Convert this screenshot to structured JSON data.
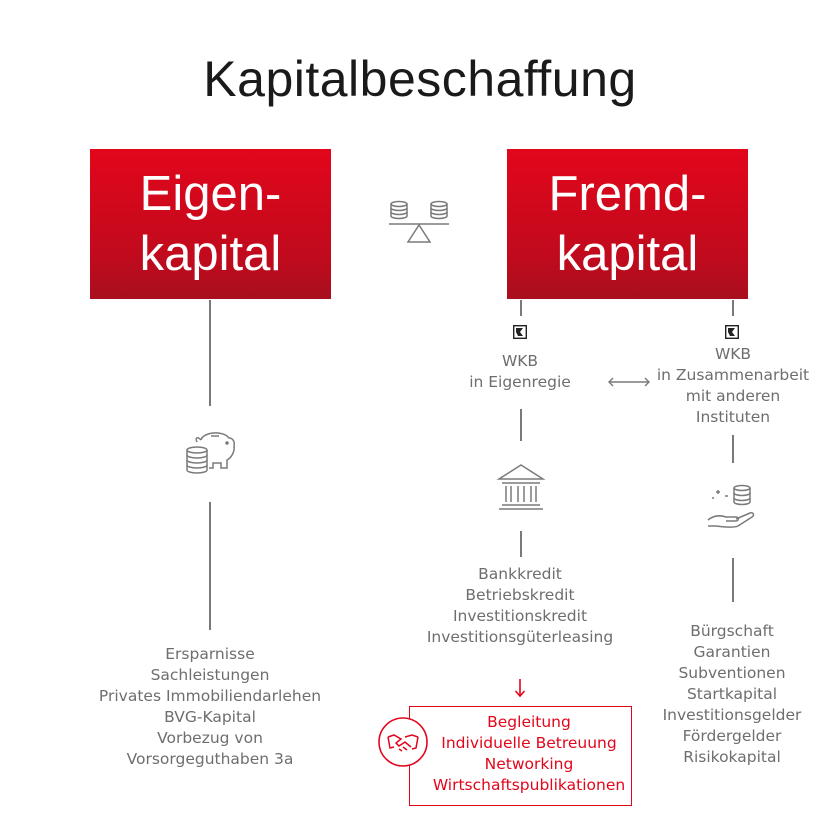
{
  "title": "Kapitalbeschaffung",
  "eigenkapital": {
    "line1": "Eigen-",
    "line2": "kapital"
  },
  "fremdkapital": {
    "line1": "Fremd-",
    "line2": "kapital"
  },
  "wkb_eigen": {
    "line1": "WKB",
    "line2": "in Eigenregie"
  },
  "wkb_zusammen": {
    "line1": "WKB",
    "line2": "in Zusammenarbeit",
    "line3": "mit anderen",
    "line4": "Instituten"
  },
  "eigen_items": [
    "Ersparnisse",
    "Sachleistungen",
    "Privates Immobiliendarlehen",
    "BVG-Kapital",
    "Vorbezug von",
    "Vorsorgeguthaben 3a"
  ],
  "bank_items": [
    "Bankkredit",
    "Betriebskredit",
    "Investitionskredit",
    "Investitionsgüterleasing"
  ],
  "partner_items": [
    "Bürgschaft",
    "Garantien",
    "Subventionen",
    "Startkapital",
    "Investitionsgelder",
    "Fördergelder",
    "Risikokapital"
  ],
  "services": [
    "Begleitung",
    "Individuelle Betreuung",
    "Networking",
    "Wirtschaftspublikationen"
  ],
  "colors": {
    "accent": "#e2061b",
    "text": "#6e6e6e",
    "title": "#1a1a1a"
  },
  "icons": [
    "balance-scale-icon",
    "piggy-bank-coins-icon",
    "bank-building-icon",
    "hand-coins-icon",
    "handshake-icon",
    "wkb-logo-icon",
    "double-arrow-icon",
    "red-arrow-down-icon"
  ]
}
